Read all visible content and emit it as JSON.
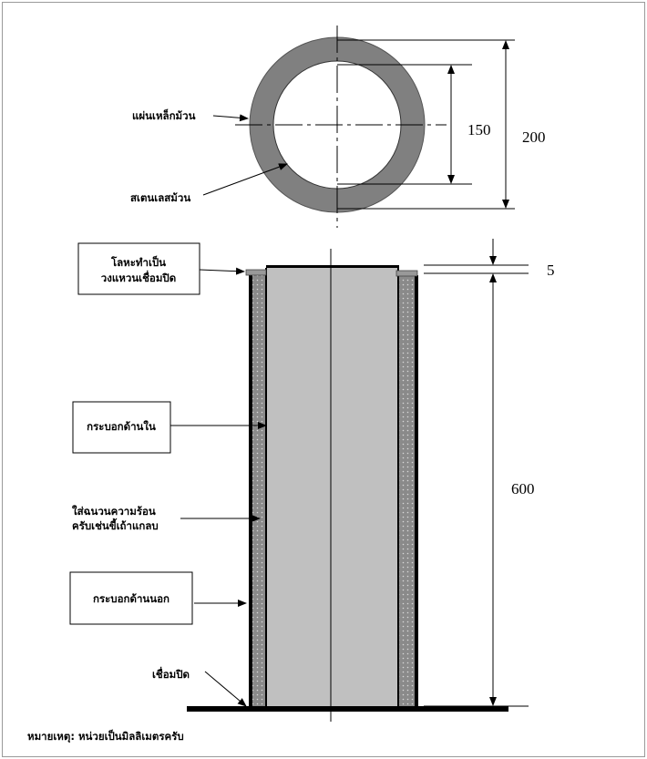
{
  "top_view": {
    "outer_label": "แผ่นเหล็กม้วน",
    "inner_label": "สเตนเลสม้วน",
    "inner_diameter": "150",
    "outer_diameter": "200"
  },
  "side_view": {
    "cap_label_line1": "โลหะทำเป็น",
    "cap_label_line2": "วงแหวนเชื่อมปิด",
    "inner_tube_label": "กระบอกด้านใน",
    "insulation_line1": "ใส่ฉนวนความร้อน",
    "insulation_line2": "ครับเช่นขี้เถ้าแกลบ",
    "outer_tube_label": "กระบอกด้านนอก",
    "weld_label": "เชื่อมปิด",
    "cap_thickness": "5",
    "height": "600"
  },
  "note": "หมายเหตุ: หน่วยเป็นมิลลิเมตรครับ",
  "colors": {
    "steel": "#808080",
    "inner_tube": "#c0c0c0",
    "insulation": "#8a8a8a",
    "cap": "#999999"
  }
}
